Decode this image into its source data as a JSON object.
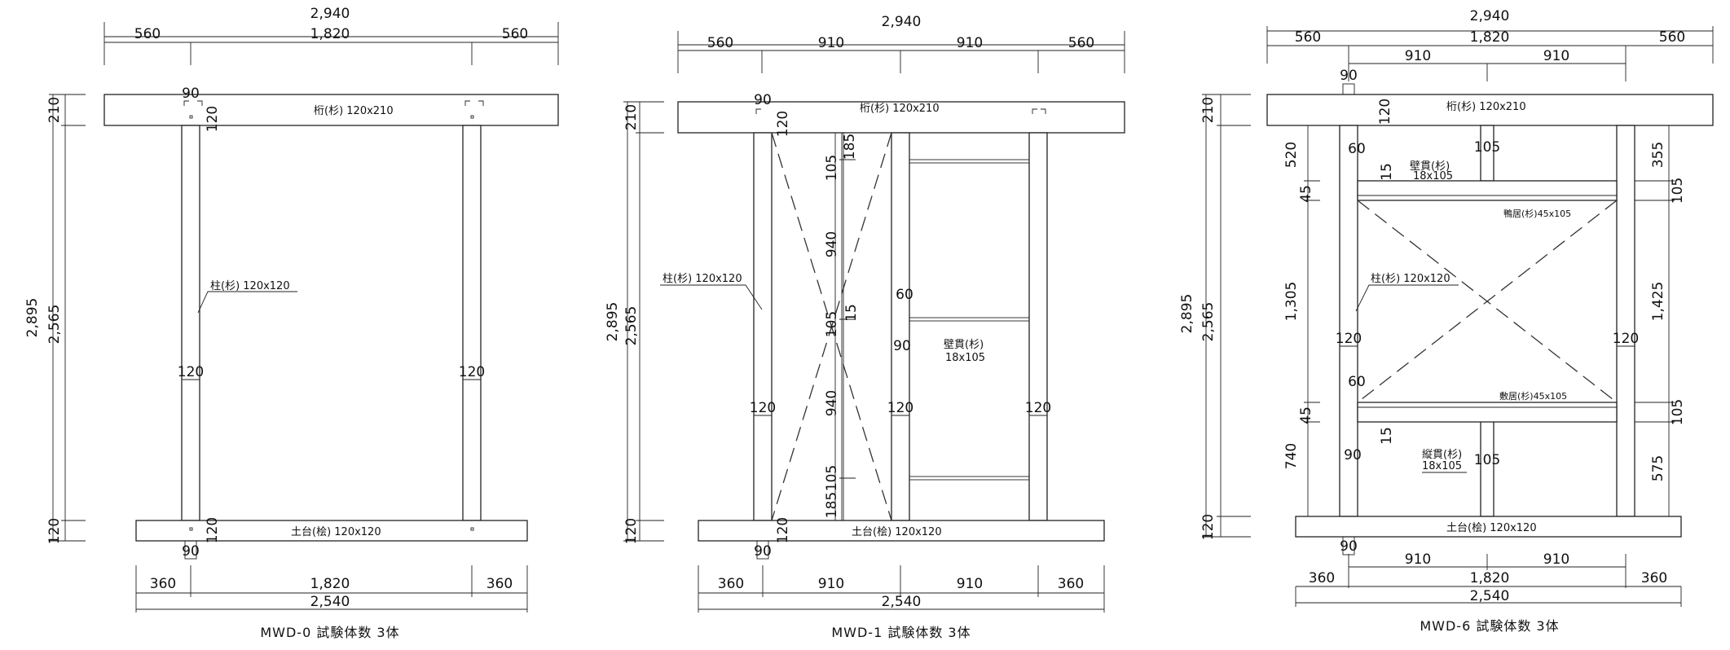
{
  "d1": {
    "caption": "MWD-0  試験体数  3体",
    "top_total": "2,940",
    "top_left": "560",
    "top_mid": "1,820",
    "top_right": "560",
    "beam": "桁(杉)  120x210",
    "beam_h": "210",
    "overall_h": "2,895",
    "mid_h": "2,565",
    "base_h": "120",
    "post": "柱(杉)  120x120",
    "post_w1": "120",
    "post_w2": "120",
    "tenon_top": "90",
    "tenon_top_h": "120",
    "tenon_bot": "90",
    "tenon_bot_h": "120",
    "sill": "土台(桧) 120x120",
    "bot_left": "360",
    "bot_mid": "1,820",
    "bot_right": "360",
    "bot_total": "2,540"
  },
  "d2": {
    "caption": "MWD-1  試験体数  3体",
    "top_total": "2,940",
    "top_a": "560",
    "top_b": "910",
    "top_c": "910",
    "top_d": "560",
    "beam": "桁(杉)  120x210",
    "beam_h": "210",
    "overall_h": "2,895",
    "mid_h": "2,565",
    "base_h": "120",
    "post": "柱(杉)  120x120",
    "tenon_top": "90",
    "tenon_top_h": "120",
    "v185a": "185",
    "v105a": "105",
    "v940a": "940",
    "v105b": "105",
    "v15": "15",
    "v940b": "940",
    "v105c": "105",
    "v185b": "185",
    "w120a": "120",
    "w120b": "120",
    "w120c": "120",
    "n60": "60",
    "n90": "90",
    "nuki": "壁貫(杉)",
    "nuki_size": "18x105",
    "sill": "土台(桧) 120x120",
    "tenon_bot": "90",
    "tenon_bot_h": "120",
    "bot_a": "360",
    "bot_b": "910",
    "bot_c": "910",
    "bot_d": "360",
    "bot_total": "2,540"
  },
  "d3": {
    "caption": "MWD-6  試験体数  3体",
    "top_total": "2,940",
    "top_left": "560",
    "top_mid": "1,820",
    "top_right": "560",
    "top_sub_a": "910",
    "top_sub_b": "910",
    "beam": "桁(杉)  120x210",
    "beam_h": "210",
    "tenon_top": "90",
    "tenon_top_h": "120",
    "overall_h": "2,895",
    "mid_h": "2,565",
    "base_h": "120",
    "l520": "520",
    "l45a": "45",
    "l1305": "1,305",
    "l45b": "45",
    "l740": "740",
    "r355": "355",
    "r105a": "105",
    "r1425": "1,425",
    "r105b": "105",
    "r575": "575",
    "n60a": "60",
    "n15a": "15",
    "n60b": "60",
    "n15b": "15",
    "n90": "90",
    "wallnuki": "壁貫(杉)",
    "wallnuki_size": "18x105",
    "kamoi": "鴨居(杉)45x105",
    "shikii": "敷居(杉)45x105",
    "tatenuki": "縦貫(杉)",
    "tatenuki_size": "18x105",
    "c105a": "105",
    "c105b": "105",
    "post": "柱(杉)  120x120",
    "w120a": "120",
    "w120b": "120",
    "sill": "土台(桧) 120x120",
    "tenon_bot": "90",
    "bot_sub_a": "910",
    "bot_sub_b": "910",
    "bot_left": "360",
    "bot_mid": "1,820",
    "bot_right": "360",
    "bot_total": "2,540"
  }
}
